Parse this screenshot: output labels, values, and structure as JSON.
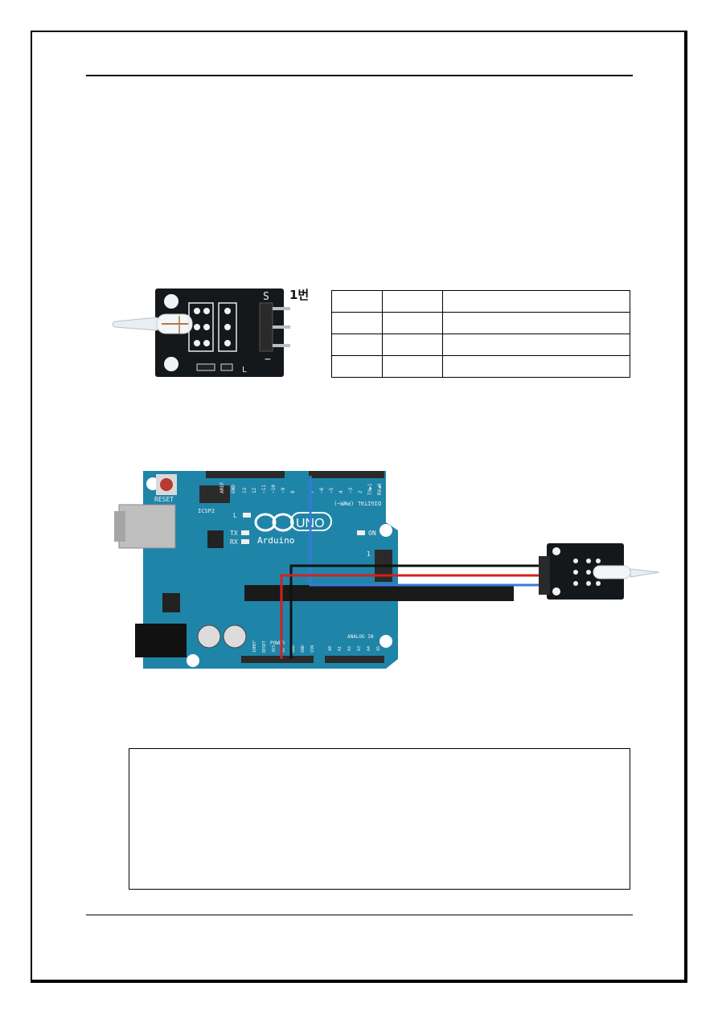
{
  "module_callout": {
    "pin_one_label": "1번"
  },
  "module_silkscreen": {
    "signal_mark": "S",
    "ground_mark": "−",
    "led_mark": "L"
  },
  "pin_table": {
    "rows": [
      [
        "",
        "",
        ""
      ],
      [
        "",
        "",
        ""
      ],
      [
        "",
        "",
        ""
      ],
      [
        "",
        "",
        ""
      ]
    ]
  },
  "board": {
    "reset_label": "RESET",
    "icsp_label": "ICSP2",
    "l_label": "L",
    "tx_label": "TX",
    "rx_label": "RX",
    "on_label": "ON",
    "uno_label": "UNO",
    "brand_label": "Arduino",
    "digital_label": "DIGITAL (PWM~)",
    "power_label": "POWER",
    "analog_label": "ANALOG IN",
    "aref_label": "AREF",
    "gnd_label": "GND",
    "ioref_label": "IOREF",
    "pin_13": "13",
    "pin_12": "12",
    "pin_11": "~11",
    "pin_10": "~10",
    "pin_9": "~9",
    "pin_8": "8",
    "pin_7": "7",
    "pin_6": "~6",
    "pin_5": "~5",
    "pin_4": "4",
    "pin_3": "~3",
    "pin_2": "2",
    "pin_tx": "TX▶1",
    "pin_rx": "RX◀0",
    "analog_pins": [
      "A0",
      "A1",
      "A2",
      "A3",
      "A4",
      "A5"
    ],
    "power_pins": [
      "IOREF",
      "RESET",
      "3V3",
      "5V",
      "GND",
      "GND",
      "VIN"
    ],
    "header_one": "1"
  },
  "wires": {
    "ground_color": "#111111",
    "vcc_color": "#d42020",
    "signal_color": "#3a78d8"
  },
  "code_box": {
    "lines": []
  }
}
